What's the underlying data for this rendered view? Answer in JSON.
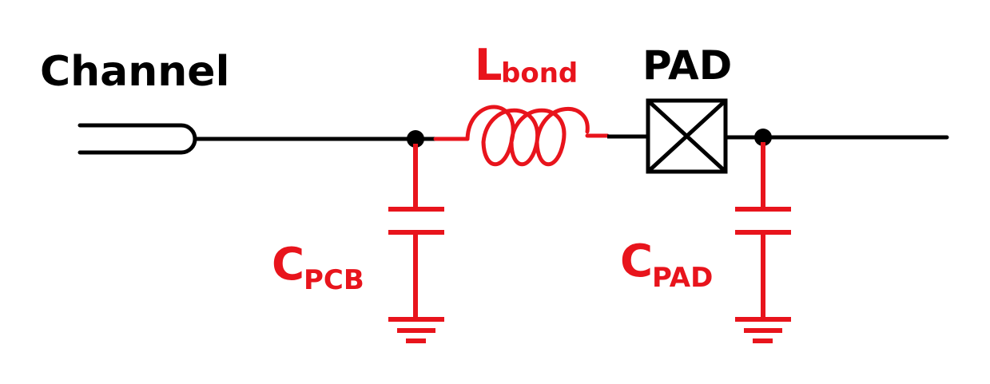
{
  "colors": {
    "wire": "#000000",
    "parasitic": "#e8141c"
  },
  "labels": {
    "channel": "Channel",
    "pad": "PAD",
    "lbond_main": "L",
    "lbond_sub": "bond",
    "cpcb_main": "C",
    "cpcb_sub": "PCB",
    "cpad_main": "C",
    "cpad_sub": "PAD"
  },
  "components": {
    "channel": "transmission-line-icon",
    "lbond": "inductor-icon",
    "pad": "bond-pad-icon",
    "cpcb": "capacitor-icon",
    "cpad": "capacitor-icon",
    "ground": "ground-icon"
  }
}
